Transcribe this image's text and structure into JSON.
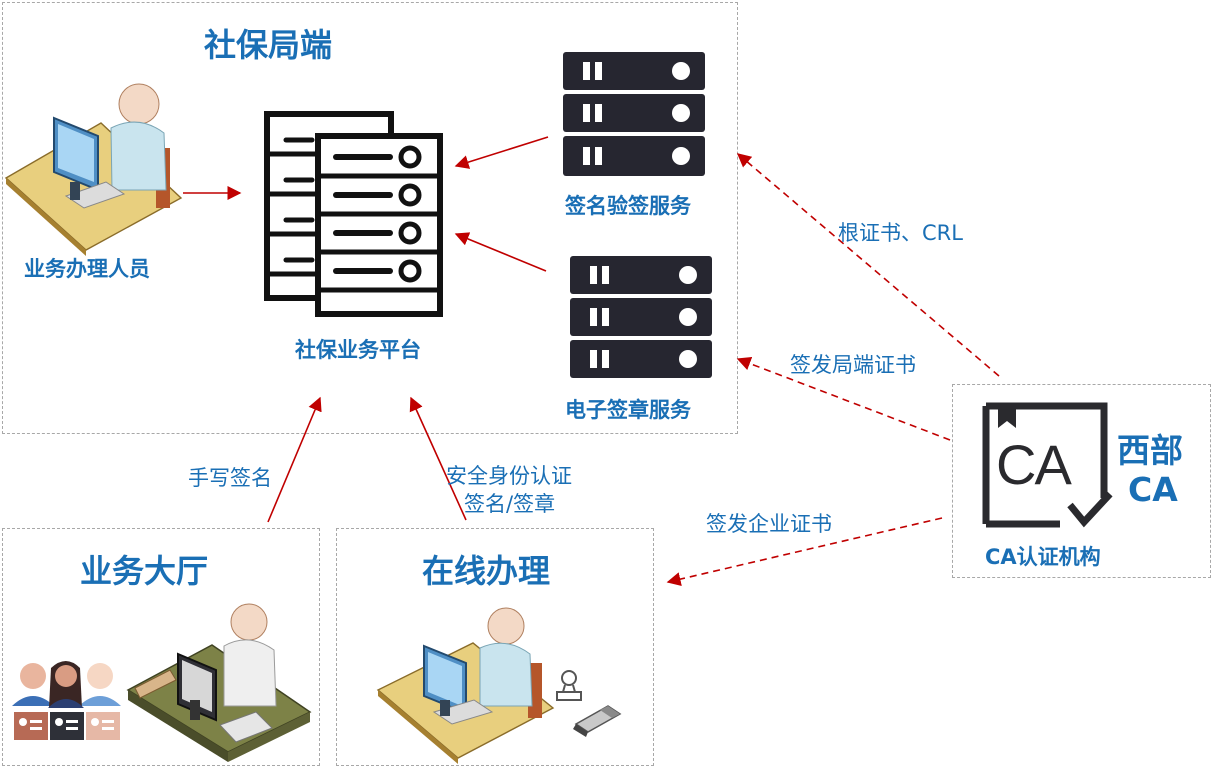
{
  "diagram": {
    "zones": {
      "bureau": {
        "title": "社保局端"
      },
      "hall": {
        "title": "业务大厅"
      },
      "online": {
        "title": "在线办理"
      },
      "ca": {
        "name_line1": "西部",
        "name_line2": "CA",
        "label": "CA认证机构",
        "logo_text": "CA"
      }
    },
    "nodes": {
      "operator": "业务办理人员",
      "platform": "社保业务平台",
      "sign_verify": "签名验签服务",
      "e_seal": "电子签章服务"
    },
    "edges": {
      "root_cert": "根证书、CRL",
      "issue_bureau_cert": "签发局端证书",
      "issue_enterprise_cert": "签发企业证书",
      "handwriting": "手写签名",
      "auth_line1": "安全身份认证",
      "auth_line2": "签名/签章"
    },
    "colors": {
      "accent": "#1a6fb5",
      "arrow": "#c00000",
      "server_dark": "#262630",
      "border": "#a8a8a8"
    },
    "icons": [
      "operator-workstation-icon",
      "server-rack-icon",
      "server-icon",
      "ca-certificate-icon",
      "people-icon",
      "service-desk-icon",
      "seal-stamp-icon",
      "usb-key-icon"
    ]
  }
}
